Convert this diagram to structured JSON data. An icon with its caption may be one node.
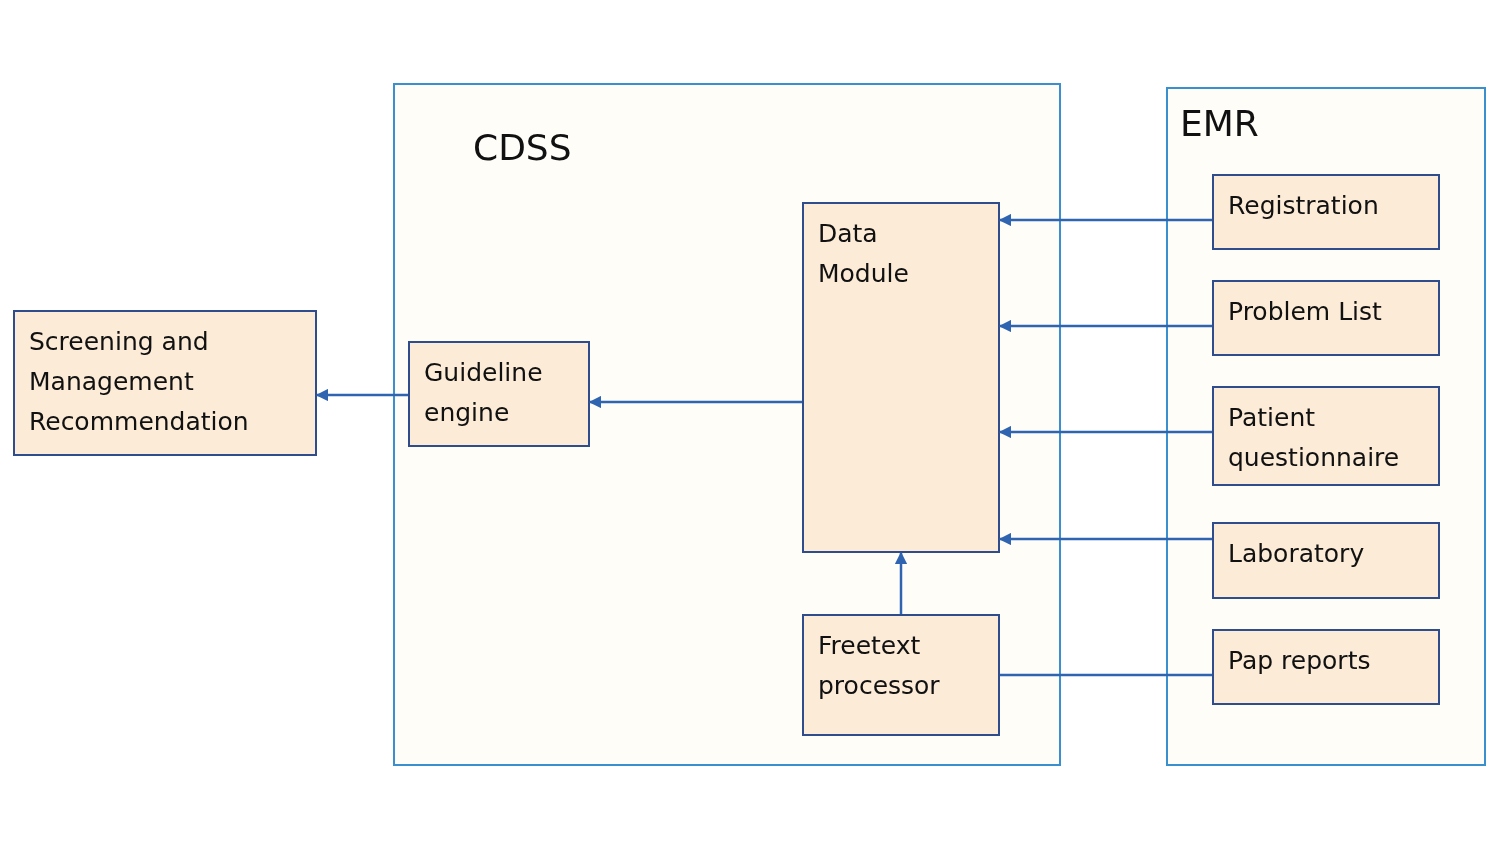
{
  "diagram": {
    "nodes": [
      {
        "text": [
          "CDSS"
        ]
      },
      {
        "text": [
          "Data Module"
        ],
        "in": 0
      },
      {
        "text": [
          "Guideline engine"
        ],
        "in": 0
      },
      {
        "text": [
          "Freetext processor"
        ],
        "in": 0
      },
      {
        "text": [
          "EMR"
        ]
      },
      {
        "text": [
          "Registration"
        ],
        "in": 4
      },
      {
        "text": [
          "Problem List"
        ],
        "in": 4
      },
      {
        "text": [
          "Patient questionnaire"
        ],
        "in": 4
      },
      {
        "text": [
          "Laboratory"
        ],
        "in": 4
      },
      {
        "text": [
          "Pap reports"
        ],
        "in": 4
      },
      {
        "text": [
          "Screening and Management Recommendation"
        ]
      }
    ],
    "edges": [
      {
        "from": 5,
        "to": 1,
        "arrow": "to"
      },
      {
        "from": 6,
        "to": 1,
        "arrow": "to"
      },
      {
        "from": 7,
        "to": 1,
        "arrow": "to"
      },
      {
        "from": 8,
        "to": 1,
        "arrow": "to"
      },
      {
        "from": 9,
        "to": 3,
        "arrow": "none"
      },
      {
        "from": 3,
        "to": 1,
        "arrow": "to"
      },
      {
        "from": 1,
        "to": 2,
        "arrow": "to"
      },
      {
        "from": 2,
        "to": 10,
        "arrow": "to"
      }
    ]
  }
}
